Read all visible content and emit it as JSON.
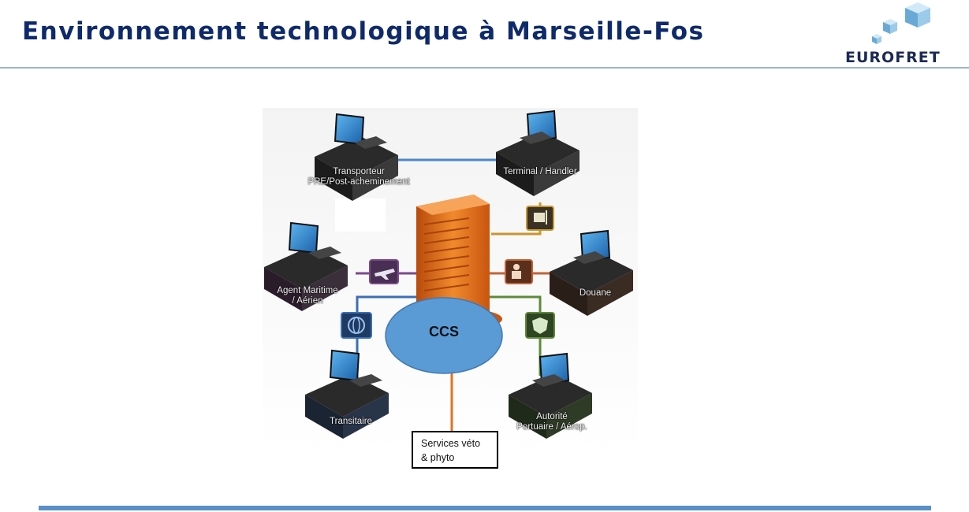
{
  "header": {
    "title": "Environnement technologique à Marseille-Fos",
    "logo_text": "EUROFRET"
  },
  "diagram": {
    "hub_label": "CCS",
    "nodes": [
      {
        "id": "transporteur",
        "lines": [
          "Transporteur",
          "PRE/Post-acheminement"
        ]
      },
      {
        "id": "terminal",
        "lines": [
          "Terminal / Handler"
        ]
      },
      {
        "id": "agent",
        "lines": [
          "Agent Maritime",
          "/ Aérien"
        ]
      },
      {
        "id": "douane",
        "lines": [
          "Douane"
        ]
      },
      {
        "id": "transitaire",
        "lines": [
          "Transitaire"
        ]
      },
      {
        "id": "autorite",
        "lines": [
          "Autorité",
          "Portuaire / Aérop."
        ]
      }
    ],
    "services_box": [
      "Services véto",
      "& phyto"
    ],
    "link_colors": {
      "transporteur": "#4a86c8",
      "terminal": "#c9952e",
      "agent": "#7b4a8a",
      "douane": "#c0643a",
      "transitaire": "#3b6fb5",
      "autorite": "#5d8a3a",
      "services": "#e0731f"
    },
    "icons": [
      "forklift-icon",
      "airplane-icon",
      "inspector-icon",
      "globe-icon",
      "shield-icon"
    ]
  },
  "colors": {
    "title": "#0f2a6b",
    "header_line": "#9fb4cc",
    "footer_bar": "#5b8fc9",
    "hub_ellipse": "#5b9bd5",
    "server": "#e8751f"
  }
}
